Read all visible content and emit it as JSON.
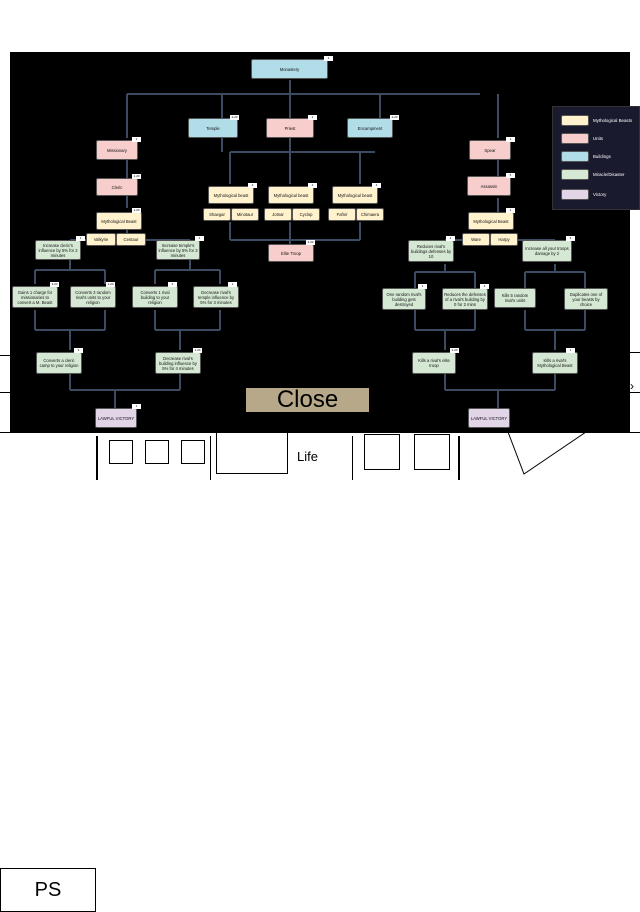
{
  "bottom_bar": {
    "player_label": "PS",
    "life_label": "Life"
  },
  "modal": {
    "close_label": "Close",
    "legend": [
      {
        "label": "Mythological Beasts",
        "color": "#fff2cc"
      },
      {
        "label": "Units",
        "color": "#f8cecc"
      },
      {
        "label": "Buildings",
        "color": "#b1dde8"
      },
      {
        "label": "Miracle/Disaster",
        "color": "#d5e8d4"
      },
      {
        "label": "Victory",
        "color": "#e1d5e7"
      }
    ],
    "tree": {
      "monastery": "Monastery",
      "temple": "Temple",
      "priest": "Priest",
      "encampment": "Encampment",
      "missionary": "Missionary",
      "cleric": "Cleric",
      "myth_beast_left": "Mythological Beast",
      "valkyrie": "Valkyrie",
      "centaur": "Centaur",
      "myth_beast_c1": "Mythological beast",
      "shaegar": "Shaegar",
      "minotaur": "Minotaur",
      "myth_beast_c2": "Mythological beast",
      "jotnar": "Jotnar",
      "cyclop": "Cyclop",
      "myth_beast_c3": "Mythological beast",
      "fafnir": "Fafnir",
      "chimaera": "Chimaera",
      "elite_troop": "Elite Troop",
      "spear": "Spear",
      "assassin": "Assassin",
      "myth_beast_right": "Mythological Beast",
      "ware": "Ware",
      "harpy": "Harpy",
      "l_increase_clerics": "Increase cleric's influence by 5% for 2 minutes",
      "l_increase_temples": "Increase temple's influence by 5% for 3 minutes",
      "l_gain_charge": "Gains 1 charge for missionaries to convert a M. Beast",
      "l_converts_3": "Converts 3 random rival's units to your religion",
      "l_converts_1": "Converts 1 rival building to your religion",
      "l_decrease_temple": "Decrease rival's temple influence by 5% for 3 minutes",
      "l_convert_cleric": "Converts a cleric camp to your religion",
      "l_decrease_building": "Decrease rival's building influence by 5% for 4 minutes",
      "l_victory": "LAWFUL VICTORY",
      "r_reduces_defenses": "Reduces rival's buildings defenses by 10",
      "r_increase_damage": "Increase all your troops damage by 2",
      "r_one_random": "One random rival's building gets destroyed",
      "r_reduces_def2": "Reduces the defenses of a rival's building by 0 for 2 mins",
      "r_kills_5": "Kills 5 random rival's units",
      "r_duplicates": "Duplicates one of your beasts by choice",
      "r_kills_elite": "Kills a rival's elite troop",
      "r_kills_myth": "Kills a rival's Mythological Beast",
      "r_victory": "LAWFUL VICTORY"
    },
    "tags": [
      "1",
      "2.20",
      "2",
      "2.20",
      "1",
      "1.20",
      "2.20",
      "1",
      "1",
      "3.20",
      "1.20",
      "2",
      "1",
      "2",
      "1",
      "1.20",
      "4",
      "2",
      "4",
      "4.20",
      "1",
      "5",
      "1",
      "2",
      "4",
      "1",
      "4",
      "4.20",
      "1"
    ]
  }
}
